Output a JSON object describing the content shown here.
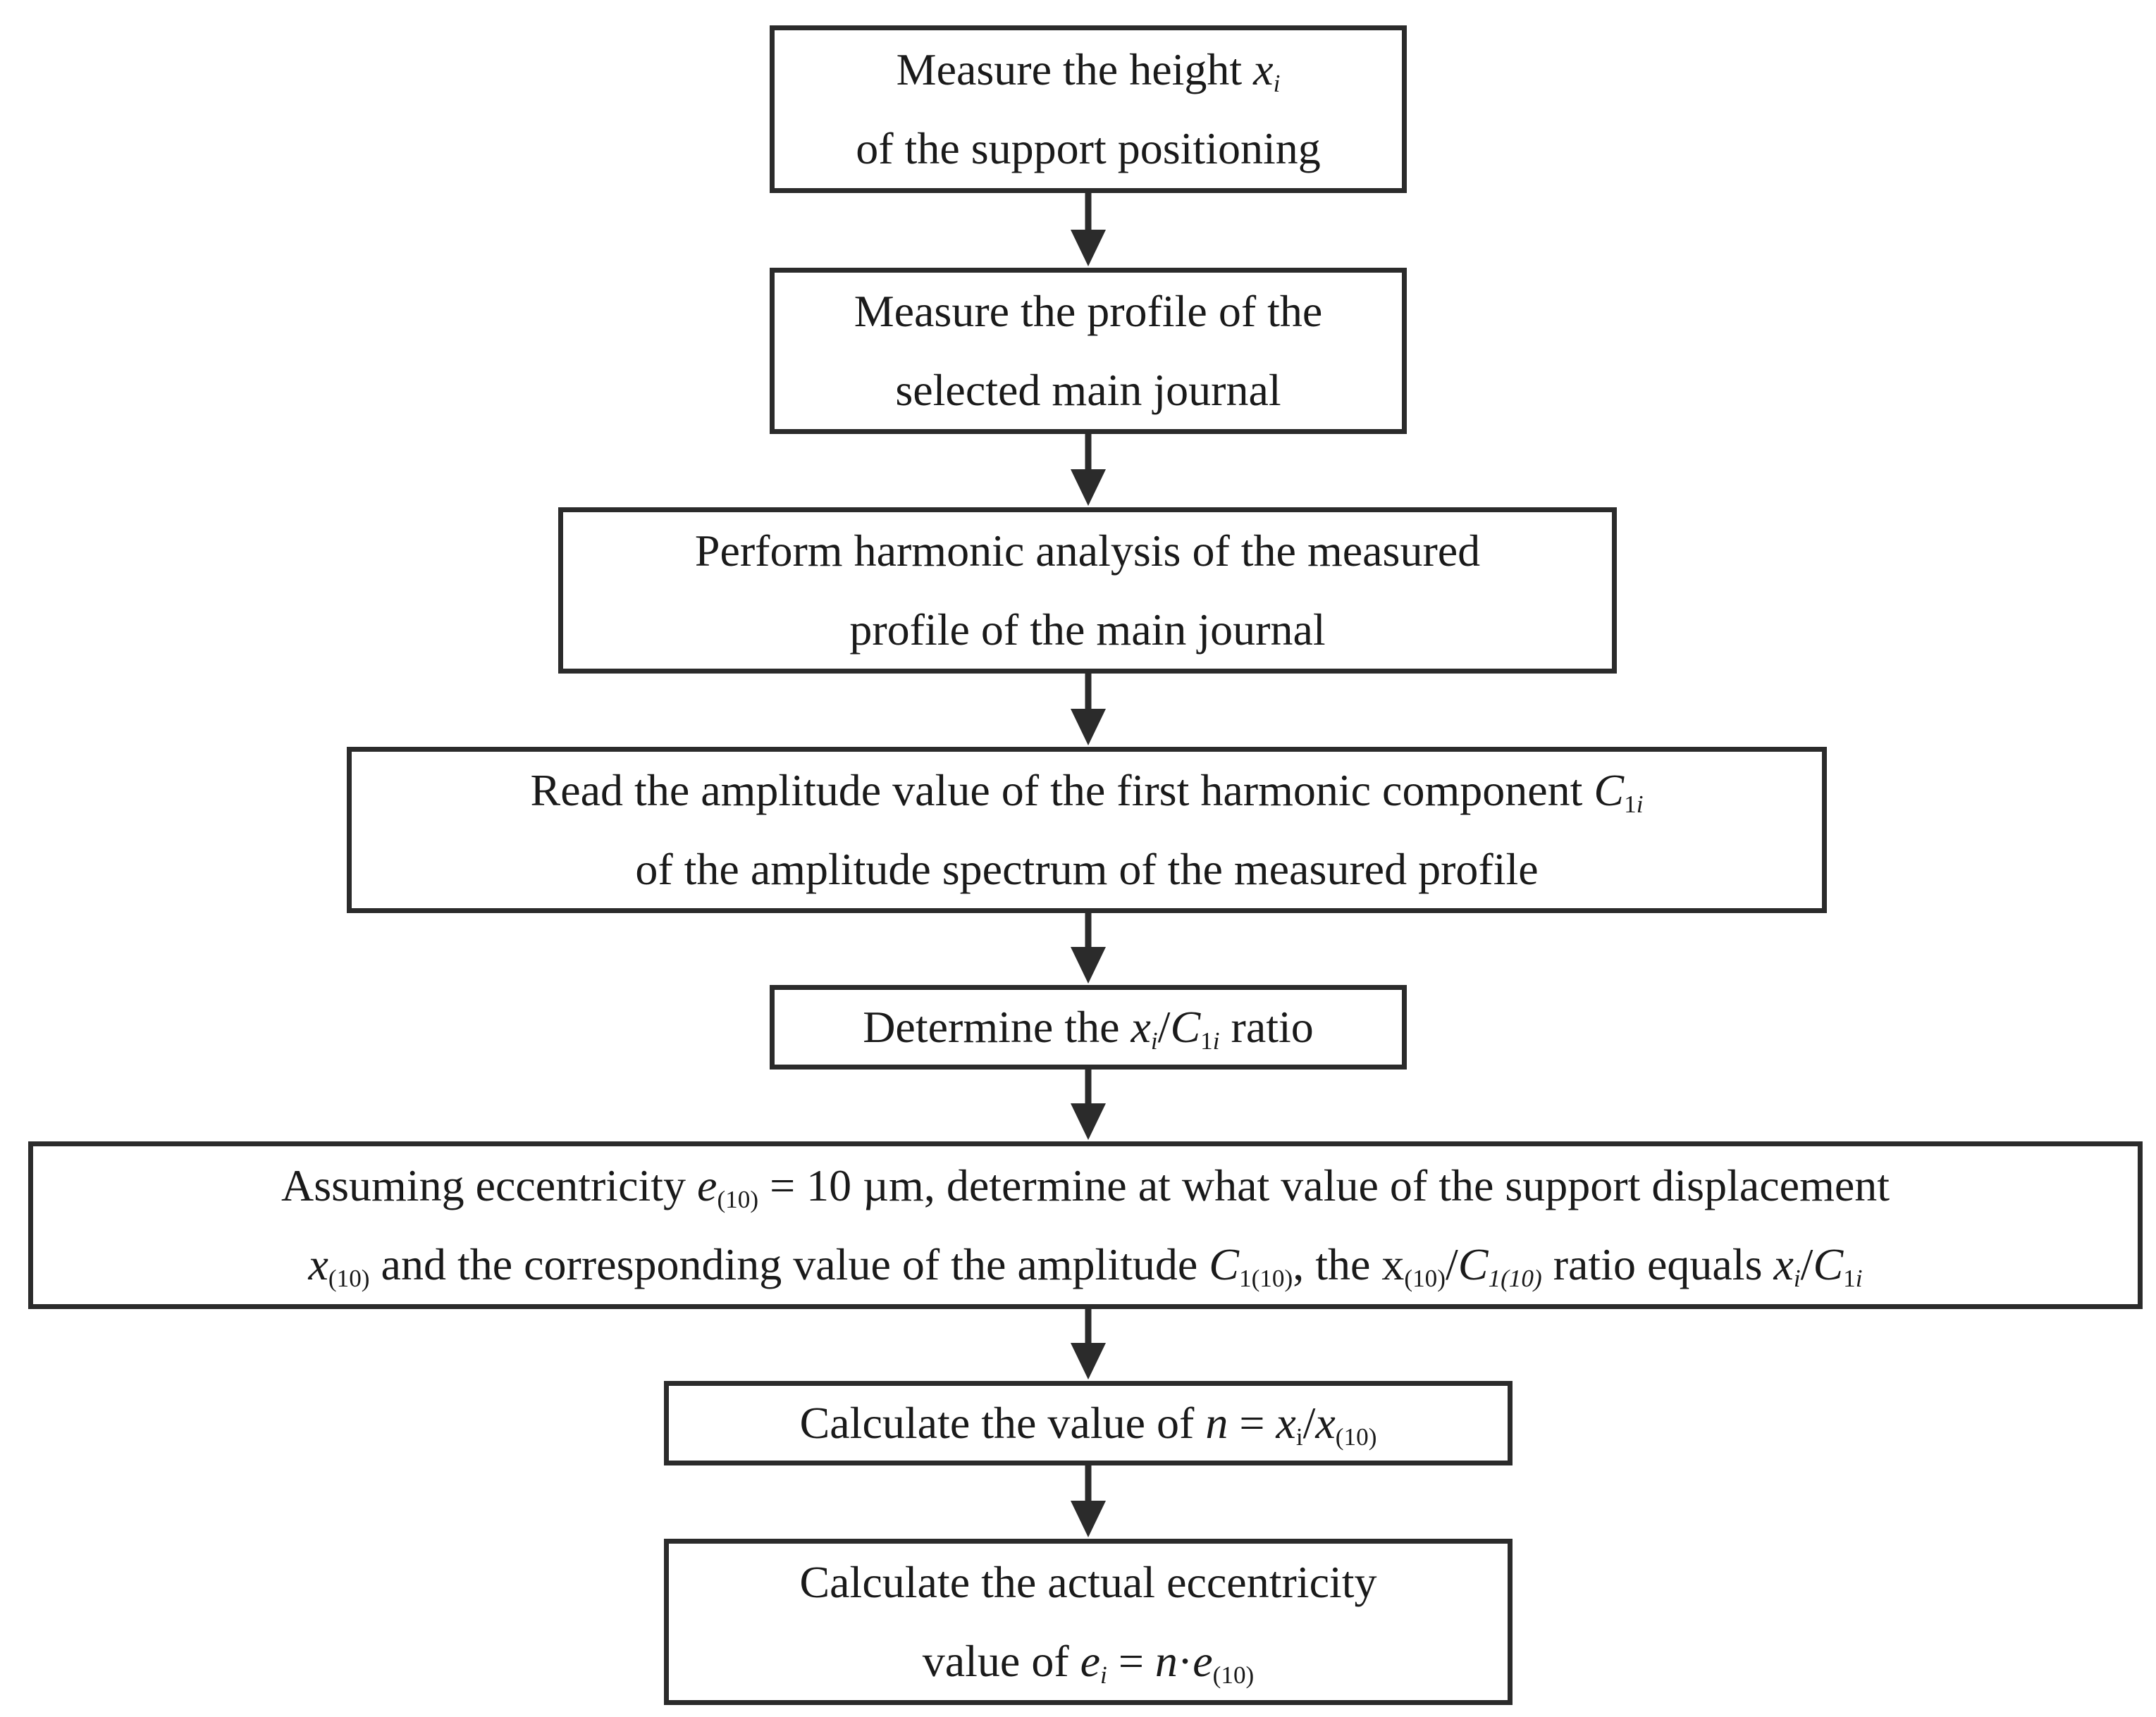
{
  "flowchart": {
    "steps": [
      {
        "id": "step1",
        "line1": {
          "text": "Measure the height ",
          "var": "x",
          "sub": "i"
        },
        "line2": "of the support positioning"
      },
      {
        "id": "step2",
        "line1": "Measure the profile of the",
        "line2": "selected main journal"
      },
      {
        "id": "step3",
        "line1": "Perform harmonic analysis of the measured",
        "line2": "profile of the main journal"
      },
      {
        "id": "step4",
        "line1": {
          "text": "Read the amplitude value of the first harmonic component ",
          "var": "C",
          "sub_a": "1",
          "sub_b": "i"
        },
        "line2": "of the amplitude spectrum of the measured profile"
      },
      {
        "id": "step5",
        "pre": "Determine the ",
        "x": "x",
        "xi": "i",
        "slash": "/",
        "C": "C",
        "c1": "1",
        "ci": "i",
        "post": " ratio"
      },
      {
        "id": "step6",
        "l1_pre": "Assuming eccentricity ",
        "l1_e": "e",
        "l1_esub": "(10)",
        "l1_post": " = 10 µm, determine at what value of the support displacement",
        "l2_x": "x",
        "l2_xsub": "(10)",
        "l2_t1": " and the corresponding value of the amplitude ",
        "l2_C": "C",
        "l2_Csub": "1(10)",
        "l2_t2": ", the x",
        "l2_x2sub": "(10)",
        "l2_slash": "/",
        "l2_C2": "C",
        "l2_C2sub": "1(10)",
        "l2_t3": " ratio equals ",
        "l2_x3": "x",
        "l2_x3sub": "i",
        "l2_slash2": "/",
        "l2_C3": "C",
        "l2_C3sub_a": "1",
        "l2_C3sub_b": "i"
      },
      {
        "id": "step7",
        "pre": "Calculate the value of ",
        "n": "n",
        "eq": " = ",
        "x1": "x",
        "x1sub": "i",
        "slash": "/",
        "x2": "x",
        "x2sub": "(10)"
      },
      {
        "id": "step8",
        "line1": "Calculate the actual eccentricity",
        "l2_pre": "value of ",
        "l2_e": "e",
        "l2_esub": "i",
        "l2_eq": " = ",
        "l2_n": "n",
        "l2_dot": "·",
        "l2_e2": "e",
        "l2_e2sub": "(10)"
      }
    ]
  },
  "colors": {
    "border": "#2b2b2b",
    "text": "#1a1a1a",
    "arrow": "#2b2b2b"
  }
}
